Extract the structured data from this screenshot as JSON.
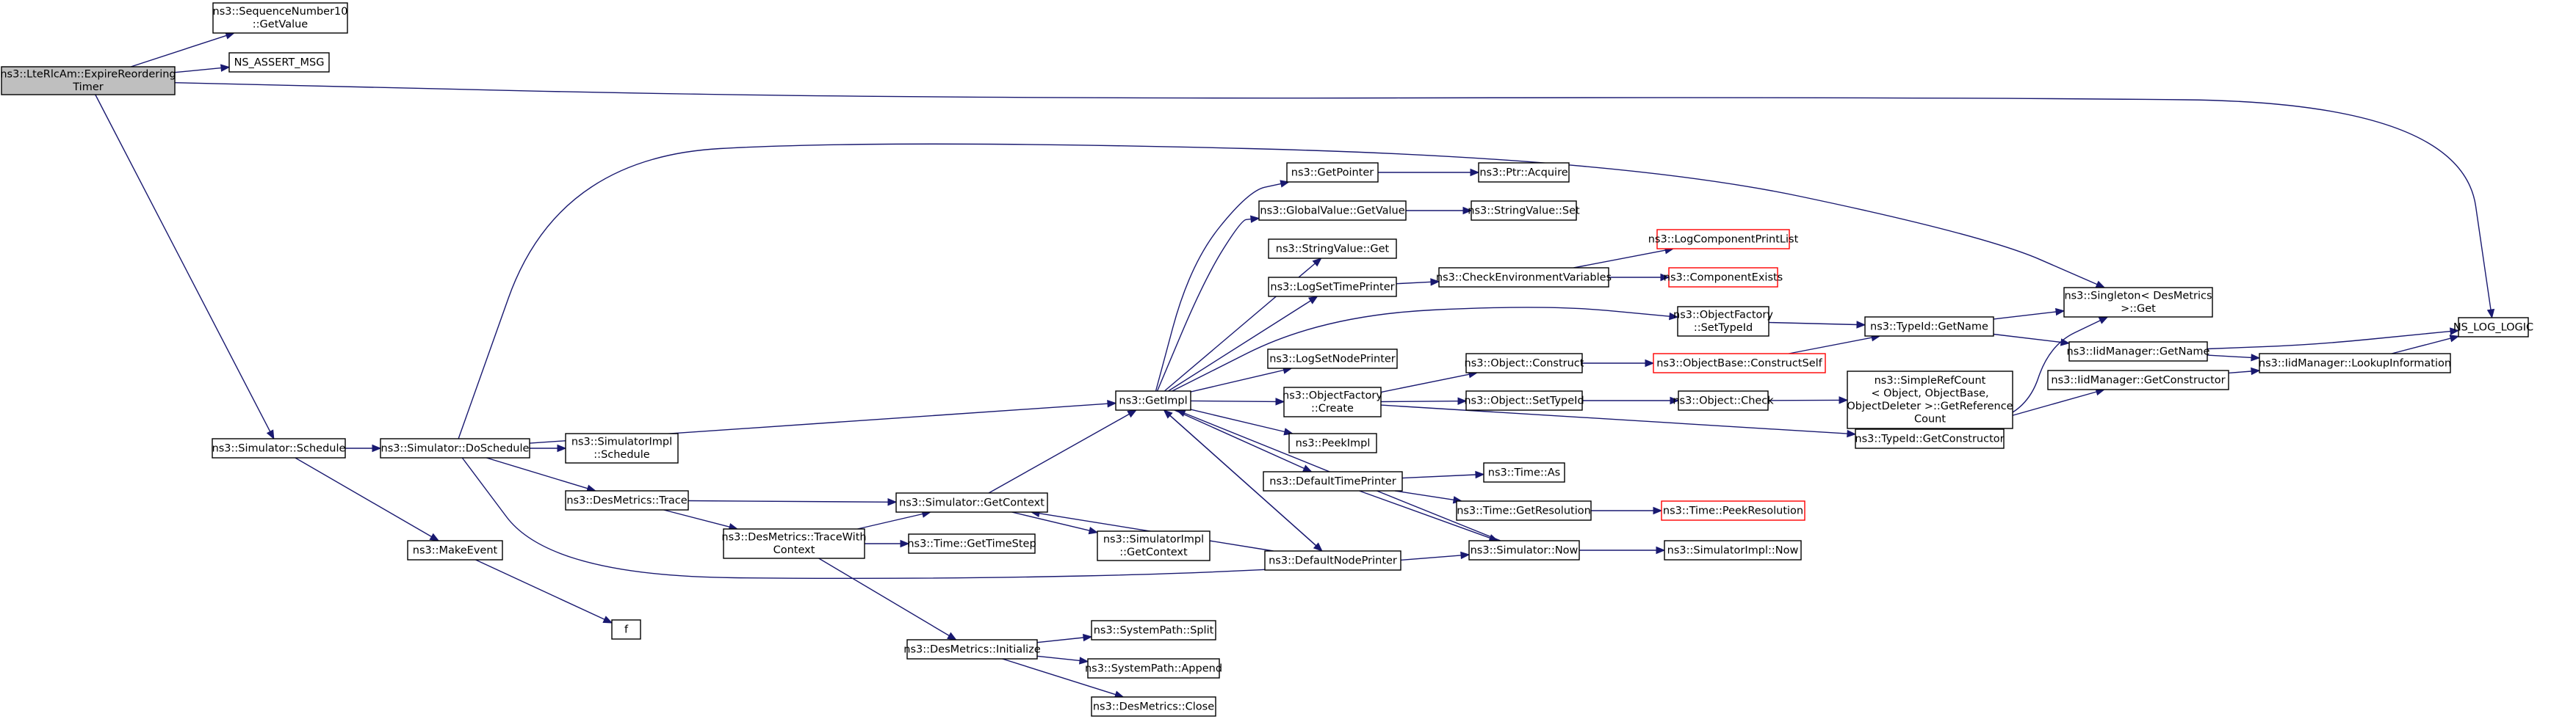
{
  "colors": {
    "edge": "#191970",
    "node_border_normal": "#000000",
    "node_border_truncated": "#ff0000",
    "root_fill": "#bfbfbf",
    "node_fill": "#ffffff"
  },
  "graph": {
    "nodes": [
      {
        "id": "root",
        "lines": [
          "ns3::LteRlcAm::ExpireReordering",
          "Timer"
        ],
        "style": "root"
      },
      {
        "id": "seqnum",
        "lines": [
          "ns3::SequenceNumber10",
          "::GetValue"
        ],
        "style": "normal"
      },
      {
        "id": "assert",
        "lines": [
          "NS_ASSERT_MSG"
        ],
        "style": "normal"
      },
      {
        "id": "nslog",
        "lines": [
          "NS_LOG_LOGIC"
        ],
        "style": "normal"
      },
      {
        "id": "schedule",
        "lines": [
          "ns3::Simulator::Schedule"
        ],
        "style": "normal"
      },
      {
        "id": "doschedule",
        "lines": [
          "ns3::Simulator::DoSchedule"
        ],
        "style": "normal"
      },
      {
        "id": "implschedule",
        "lines": [
          "ns3::SimulatorImpl",
          "::Schedule"
        ],
        "style": "normal"
      },
      {
        "id": "makeevent",
        "lines": [
          "ns3::MakeEvent"
        ],
        "style": "normal"
      },
      {
        "id": "f",
        "lines": [
          "f"
        ],
        "style": "normal"
      },
      {
        "id": "trace",
        "lines": [
          "ns3::DesMetrics::Trace"
        ],
        "style": "normal"
      },
      {
        "id": "tracewith",
        "lines": [
          "ns3::DesMetrics::TraceWith",
          "Context"
        ],
        "style": "normal"
      },
      {
        "id": "getcontext",
        "lines": [
          "ns3::Simulator::GetContext"
        ],
        "style": "normal"
      },
      {
        "id": "gettimestep",
        "lines": [
          "ns3::Time::GetTimeStep"
        ],
        "style": "normal"
      },
      {
        "id": "implgetcontext",
        "lines": [
          "ns3::SimulatorImpl",
          "::GetContext"
        ],
        "style": "normal"
      },
      {
        "id": "initialize",
        "lines": [
          "ns3::DesMetrics::Initialize"
        ],
        "style": "normal"
      },
      {
        "id": "split",
        "lines": [
          "ns3::SystemPath::Split"
        ],
        "style": "normal"
      },
      {
        "id": "append",
        "lines": [
          "ns3::SystemPath::Append"
        ],
        "style": "normal"
      },
      {
        "id": "close",
        "lines": [
          "ns3::DesMetrics::Close"
        ],
        "style": "normal"
      },
      {
        "id": "getimpl",
        "lines": [
          "ns3::GetImpl"
        ],
        "style": "normal"
      },
      {
        "id": "getpointer",
        "lines": [
          "ns3::GetPointer"
        ],
        "style": "normal"
      },
      {
        "id": "ptracquire",
        "lines": [
          "ns3::Ptr::Acquire"
        ],
        "style": "normal"
      },
      {
        "id": "gvgetvalue",
        "lines": [
          "ns3::GlobalValue::GetValue"
        ],
        "style": "normal"
      },
      {
        "id": "svset",
        "lines": [
          "ns3::StringValue::Set"
        ],
        "style": "normal"
      },
      {
        "id": "svget",
        "lines": [
          "ns3::StringValue::Get"
        ],
        "style": "normal"
      },
      {
        "id": "logsettime",
        "lines": [
          "ns3::LogSetTimePrinter"
        ],
        "style": "normal"
      },
      {
        "id": "checkenv",
        "lines": [
          "ns3::CheckEnvironmentVariables"
        ],
        "style": "normal"
      },
      {
        "id": "logcomplist",
        "lines": [
          "ns3::LogComponentPrintList"
        ],
        "style": "truncated"
      },
      {
        "id": "compexists",
        "lines": [
          "ns3::ComponentExists"
        ],
        "style": "truncated"
      },
      {
        "id": "ofsettypeid",
        "lines": [
          "ns3::ObjectFactory",
          "::SetTypeId"
        ],
        "style": "normal"
      },
      {
        "id": "typeidgetname",
        "lines": [
          "ns3::TypeId::GetName"
        ],
        "style": "normal"
      },
      {
        "id": "singleton",
        "lines": [
          "ns3::Singleton< DesMetrics",
          " >::Get"
        ],
        "style": "normal"
      },
      {
        "id": "iidgetname",
        "lines": [
          "ns3::IidManager::GetName"
        ],
        "style": "normal"
      },
      {
        "id": "lookup",
        "lines": [
          "ns3::IidManager::LookupInformation"
        ],
        "style": "normal"
      },
      {
        "id": "logsetnode",
        "lines": [
          "ns3::LogSetNodePrinter"
        ],
        "style": "normal"
      },
      {
        "id": "ofcreate",
        "lines": [
          "ns3::ObjectFactory",
          "::Create"
        ],
        "style": "normal"
      },
      {
        "id": "objconstruct",
        "lines": [
          "ns3::Object::Construct"
        ],
        "style": "normal"
      },
      {
        "id": "constructself",
        "lines": [
          "ns3::ObjectBase::ConstructSelf"
        ],
        "style": "truncated"
      },
      {
        "id": "simplerefcount",
        "lines": [
          "ns3::SimpleRefCount",
          "< Object, ObjectBase,",
          " ObjectDeleter >::GetReference",
          "Count"
        ],
        "style": "normal"
      },
      {
        "id": "objsettypeid",
        "lines": [
          "ns3::Object::SetTypeId"
        ],
        "style": "normal"
      },
      {
        "id": "objcheck",
        "lines": [
          "ns3::Object::Check"
        ],
        "style": "normal"
      },
      {
        "id": "typeidgetctor",
        "lines": [
          "ns3::TypeId::GetConstructor"
        ],
        "style": "normal"
      },
      {
        "id": "iidgetctor",
        "lines": [
          "ns3::IidManager::GetConstructor"
        ],
        "style": "normal"
      },
      {
        "id": "peekimpl",
        "lines": [
          "ns3::PeekImpl"
        ],
        "style": "normal"
      },
      {
        "id": "defaulttime",
        "lines": [
          "ns3::DefaultTimePrinter"
        ],
        "style": "normal"
      },
      {
        "id": "timeas",
        "lines": [
          "ns3::Time::As"
        ],
        "style": "normal"
      },
      {
        "id": "getresolution",
        "lines": [
          "ns3::Time::GetResolution"
        ],
        "style": "normal"
      },
      {
        "id": "peekresolution",
        "lines": [
          "ns3::Time::PeekResolution"
        ],
        "style": "truncated"
      },
      {
        "id": "simnow",
        "lines": [
          "ns3::Simulator::Now"
        ],
        "style": "normal"
      },
      {
        "id": "implnow",
        "lines": [
          "ns3::SimulatorImpl::Now"
        ],
        "style": "normal"
      },
      {
        "id": "defaultnode",
        "lines": [
          "ns3::DefaultNodePrinter"
        ],
        "style": "normal"
      }
    ],
    "edges": [
      [
        "root",
        "seqnum"
      ],
      [
        "root",
        "assert"
      ],
      [
        "root",
        "nslog"
      ],
      [
        "root",
        "schedule"
      ],
      [
        "schedule",
        "doschedule"
      ],
      [
        "schedule",
        "makeevent"
      ],
      [
        "makeevent",
        "f"
      ],
      [
        "doschedule",
        "implschedule"
      ],
      [
        "doschedule",
        "getimpl"
      ],
      [
        "doschedule",
        "singleton"
      ],
      [
        "doschedule",
        "trace"
      ],
      [
        "doschedule",
        "simnow"
      ],
      [
        "trace",
        "getcontext"
      ],
      [
        "trace",
        "tracewith"
      ],
      [
        "tracewith",
        "getcontext"
      ],
      [
        "tracewith",
        "gettimestep"
      ],
      [
        "tracewith",
        "initialize"
      ],
      [
        "getcontext",
        "getimpl"
      ],
      [
        "getcontext",
        "implgetcontext"
      ],
      [
        "initialize",
        "split"
      ],
      [
        "initialize",
        "append"
      ],
      [
        "initialize",
        "close"
      ],
      [
        "getimpl",
        "getpointer"
      ],
      [
        "getimpl",
        "gvgetvalue"
      ],
      [
        "getimpl",
        "svget"
      ],
      [
        "getimpl",
        "logsettime"
      ],
      [
        "getimpl",
        "ofsettypeid"
      ],
      [
        "getimpl",
        "logsetnode"
      ],
      [
        "getimpl",
        "ofcreate"
      ],
      [
        "getimpl",
        "peekimpl"
      ],
      [
        "getimpl",
        "defaulttime"
      ],
      [
        "getimpl",
        "defaultnode"
      ],
      [
        "getpointer",
        "ptracquire"
      ],
      [
        "gvgetvalue",
        "svset"
      ],
      [
        "logsettime",
        "checkenv"
      ],
      [
        "checkenv",
        "logcomplist"
      ],
      [
        "checkenv",
        "compexists"
      ],
      [
        "ofsettypeid",
        "typeidgetname"
      ],
      [
        "typeidgetname",
        "singleton"
      ],
      [
        "typeidgetname",
        "iidgetname"
      ],
      [
        "iidgetname",
        "lookup"
      ],
      [
        "iidgetname",
        "nslog"
      ],
      [
        "lookup",
        "nslog"
      ],
      [
        "ofcreate",
        "objconstruct"
      ],
      [
        "ofcreate",
        "objsettypeid"
      ],
      [
        "ofcreate",
        "typeidgetctor"
      ],
      [
        "objconstruct",
        "constructself"
      ],
      [
        "constructself",
        "typeidgetname"
      ],
      [
        "objsettypeid",
        "objcheck"
      ],
      [
        "objcheck",
        "simplerefcount"
      ],
      [
        "typeidgetctor",
        "singleton"
      ],
      [
        "typeidgetctor",
        "iidgetctor"
      ],
      [
        "iidgetctor",
        "lookup"
      ],
      [
        "defaulttime",
        "timeas"
      ],
      [
        "defaulttime",
        "getresolution"
      ],
      [
        "defaulttime",
        "simnow"
      ],
      [
        "getresolution",
        "peekresolution"
      ],
      [
        "simnow",
        "getimpl"
      ],
      [
        "simnow",
        "implnow"
      ],
      [
        "defaultnode",
        "getimpl"
      ],
      [
        "defaultnode",
        "getcontext"
      ]
    ]
  }
}
